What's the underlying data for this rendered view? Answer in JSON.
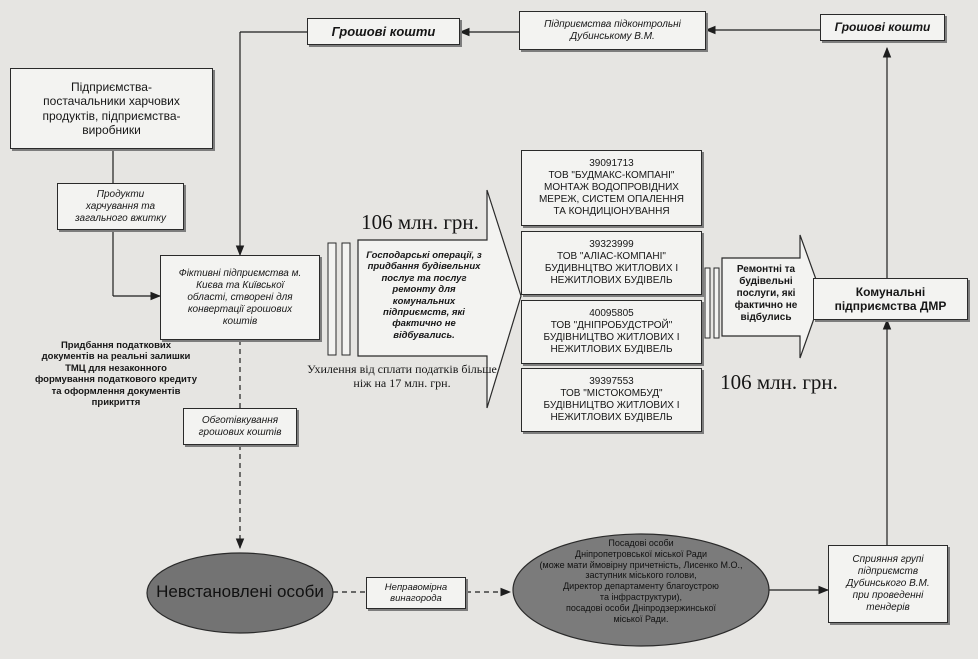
{
  "diagram": {
    "cash_top_left": "Грошові кошти",
    "controlled_enterprises": "Підприємства підконтрольні\nДубинському В.М.",
    "cash_top_right": "Грошові кошти",
    "suppliers": "Підприємства-\nпостачальники харчових\nпродуктів, підприємства-\nвиробники",
    "food_products": "Продукти\nхарчування та\nзагального вжитку",
    "fictitious": "Фіктивні підприємства м.\nКиєва та Київської\nобласті, створені для\nконвертації грошових\nкоштів",
    "amount_top": "106 млн. грн.",
    "business_operations": "Господарські операції, з\nпридбання будівельних\nпослуг та послуг\nремонту для\nкомунальних\nпідприємств, які\nфактично не\nвідбувались.",
    "tax_evasion": "Ухилення від сплати податків більше\nніж на 17 млн. грн.",
    "company_1": "39091713\nТОВ \"БУДМАКС-КОМПАНІ\"\nМОНТАЖ ВОДОПРОВІДНИХ\nМЕРЕЖ, СИСТЕМ ОПАЛЕННЯ\nТА КОНДИЦІОНУВАННЯ",
    "company_2": "39323999\nТОВ \"АЛІАС-КОМПАНІ\"\nБУДИВНЦТВО ЖИТЛОВИХ І\nНЕЖИТЛОВИХ БУДІВЕЛЬ",
    "company_3": "40095805\nТОВ \"ДНІПРОБУДСТРОЙ\"\nБУДІВНИЦТВО ЖИТЛОВИХ І\nНЕЖИТЛОВИХ БУДІВЕЛЬ",
    "company_4": "39397553\nТОВ \"МІСТОКОМБУД\"\nБУДІВНИЦТВО ЖИТЛОВИХ І\nНЕЖИТЛОВИХ БУДІВЕЛЬ",
    "repair_services": "Ремонтні та\nбудівельні\nпослуги, які\nфактично не\nвідбулись",
    "amount_bottom": "106 млн. грн.",
    "municipal": "Комунальні\nпідприємства ДМР",
    "tax_documents": "Придбання податкових\nдокументів на реальні залишки\nТМЦ для незаконного\nформування податкового кредиту\nта оформлення документів\nприкриття",
    "cashing_out": "Обготівкування\nгрошових коштів",
    "unknown_persons": "Невстановлені особи",
    "illegal_reward": "Неправомірна\nвинагорода",
    "officials": "Посадові особи\nДніпропетровської міської Ради\n(може мати ймовірну причетність, Лисенко М.О.,\nзаступник міського голови,\nДиректор департаменту благоустрою\nта інфраструктури),\nпосадові особи Дніпродзержинської\nміської Ради.",
    "assistance": "Сприяння групі\nпідприємств\nДубинського В.М.\nпри проведенні\nтендерів"
  }
}
